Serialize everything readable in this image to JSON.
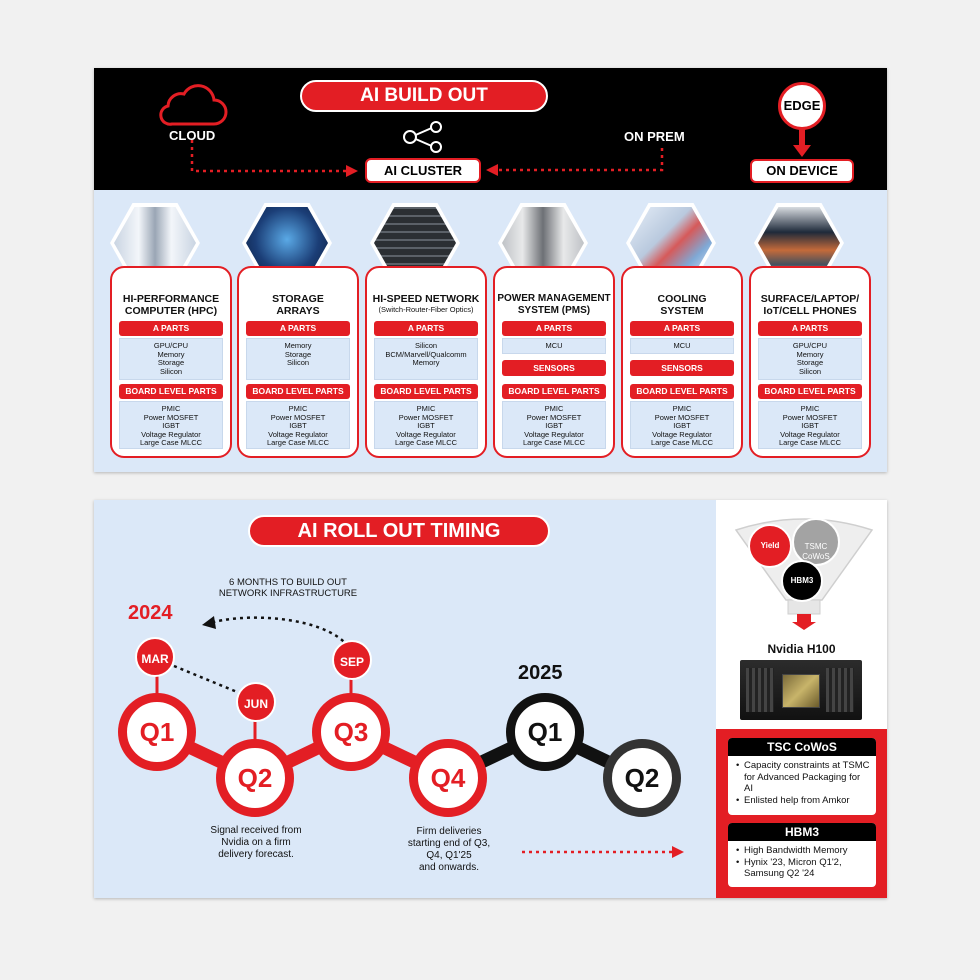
{
  "top": {
    "title": "AI BUILD OUT",
    "cloud_label": "CLOUD",
    "cluster_label": "AI CLUSTER",
    "onprem_label": "ON PREM",
    "edge_label": "EDGE",
    "ondevice_label": "ON DEVICE",
    "cards": [
      {
        "title": "HI-PERFORMANCE\nCOMPUTER (HPC)",
        "subtitle": "",
        "bar1": "A PARTS",
        "box1": "GPU/CPU\nMemory\nStorage\nSilicon",
        "sensors": "",
        "bar2": "BOARD LEVEL PARTS",
        "box2": "PMIC\nPower MOSFET\nIGBT\nVoltage Regulator\nLarge Case MLCC"
      },
      {
        "title": "STORAGE\nARRAYS",
        "subtitle": "",
        "bar1": "A PARTS",
        "box1": "Memory\nStorage\nSilicon",
        "sensors": "",
        "bar2": "BOARD LEVEL PARTS",
        "box2": "PMIC\nPower MOSFET\nIGBT\nVoltage Regulator\nLarge Case MLCC"
      },
      {
        "title": "HI-SPEED NETWORK",
        "subtitle": "(Switch-Router-Fiber Optics)",
        "bar1": "A PARTS",
        "box1": "Silicon\nBCM/Marvell/Qualcomm\nMemory",
        "sensors": "",
        "bar2": "BOARD LEVEL PARTS",
        "box2": "PMIC\nPower MOSFET\nIGBT\nVoltage Regulator\nLarge Case MLCC"
      },
      {
        "title": "POWER MANAGEMENT\nSYSTEM (PMS)",
        "subtitle": "",
        "bar1": "A PARTS",
        "box1": "MCU",
        "sensors": "SENSORS",
        "bar2": "BOARD LEVEL PARTS",
        "box2": "PMIC\nPower MOSFET\nIGBT\nVoltage Regulator\nLarge Case MLCC"
      },
      {
        "title": "COOLING\nSYSTEM",
        "subtitle": "",
        "bar1": "A PARTS",
        "box1": "MCU",
        "sensors": "SENSORS",
        "bar2": "BOARD LEVEL PARTS",
        "box2": "PMIC\nPower MOSFET\nIGBT\nVoltage Regulator\nLarge Case MLCC"
      },
      {
        "title": "SURFACE/LAPTOP/\nIoT/CELL PHONES",
        "subtitle": "",
        "bar1": "A PARTS",
        "box1": "GPU/CPU\nMemory\nStorage\nSilicon",
        "sensors": "",
        "bar2": "BOARD LEVEL PARTS",
        "box2": "PMIC\nPower MOSFET\nIGBT\nVoltage Regulator\nLarge Case MLCC"
      }
    ]
  },
  "timing": {
    "title": "AI ROLL OUT TIMING",
    "build_note": "6 MONTHS TO BUILD OUT\nNETWORK INFRASTRUCTURE",
    "year1": "2024",
    "year2": "2025",
    "months": [
      "MAR",
      "JUN",
      "SEP"
    ],
    "quarters": [
      "Q1",
      "Q2",
      "Q3",
      "Q4",
      "Q1",
      "Q2"
    ],
    "note_q2": "Signal received from\nNvidia on a firm\ndelivery forecast.",
    "note_q4": "Firm deliveries\nstarting end of Q3,\nQ4, Q1'25\nand onwards."
  },
  "funnel": {
    "yield": "Yield",
    "cowos": "TSMC\nCoWoS",
    "hbm": "HBM3",
    "product": "Nvidia H100"
  },
  "info": [
    {
      "title": "TSC CoWoS",
      "items": [
        "Capacity constraints at TSMC for Advanced Packaging for AI",
        "Enlisted help from Amkor"
      ]
    },
    {
      "title": "HBM3",
      "items": [
        "High Bandwidth Memory",
        "Hynix '23, Micron Q1'2, Samsung Q2 '24"
      ]
    }
  ],
  "colors": {
    "accent": "#e31e24",
    "dark": "#000000",
    "panel": "#dbe8f8"
  }
}
